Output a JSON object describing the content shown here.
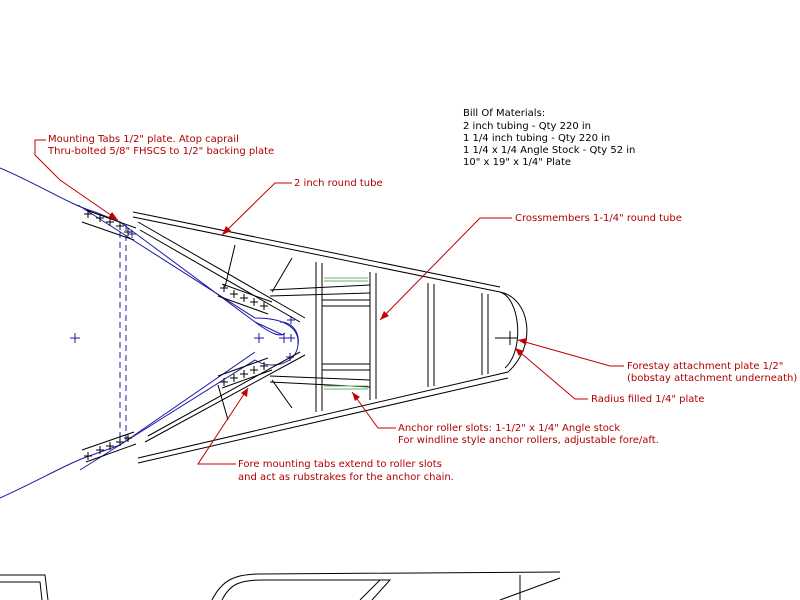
{
  "bill_of_materials": {
    "title": "Bill Of Materials:",
    "items": [
      "2 inch tubing - Qty 220 in",
      "1 1/4 inch tubing - Qty 220 in",
      "1 1/4 x 1/4 Angle Stock - Qty 52 in",
      "10\" x 19\" x 1/4\" Plate"
    ]
  },
  "callouts": {
    "mounting_tabs": {
      "line1": "Mounting Tabs 1/2\" plate. Atop caprail",
      "line2": "Thru-bolted 5/8\" FHSCS to 1/2\" backing plate"
    },
    "round_tube": {
      "line1": "2 inch round tube"
    },
    "crossmembers": {
      "line1": "Crossmembers 1-1/4\" round tube"
    },
    "forestay": {
      "line1": "Forestay attachment plate 1/2\"",
      "line2": "(bobstay attachment underneath)"
    },
    "radius": {
      "line1": "Radius filled 1/4\" plate"
    },
    "anchor_roller": {
      "line1": "Anchor roller slots: 1-1/2\" x 1/4\" Angle stock",
      "line2": "For windline style anchor rollers, adjustable fore/aft."
    },
    "fore_tabs": {
      "line1": "Fore mounting tabs extend to roller slots",
      "line2": "and act as rubstrakes for the anchor chain."
    }
  },
  "colors": {
    "annotation": "#c00000",
    "geometry": "#000000",
    "hull_lines": "#1a1aa6",
    "hardware": "#6bb26b",
    "background": "#ffffff"
  }
}
